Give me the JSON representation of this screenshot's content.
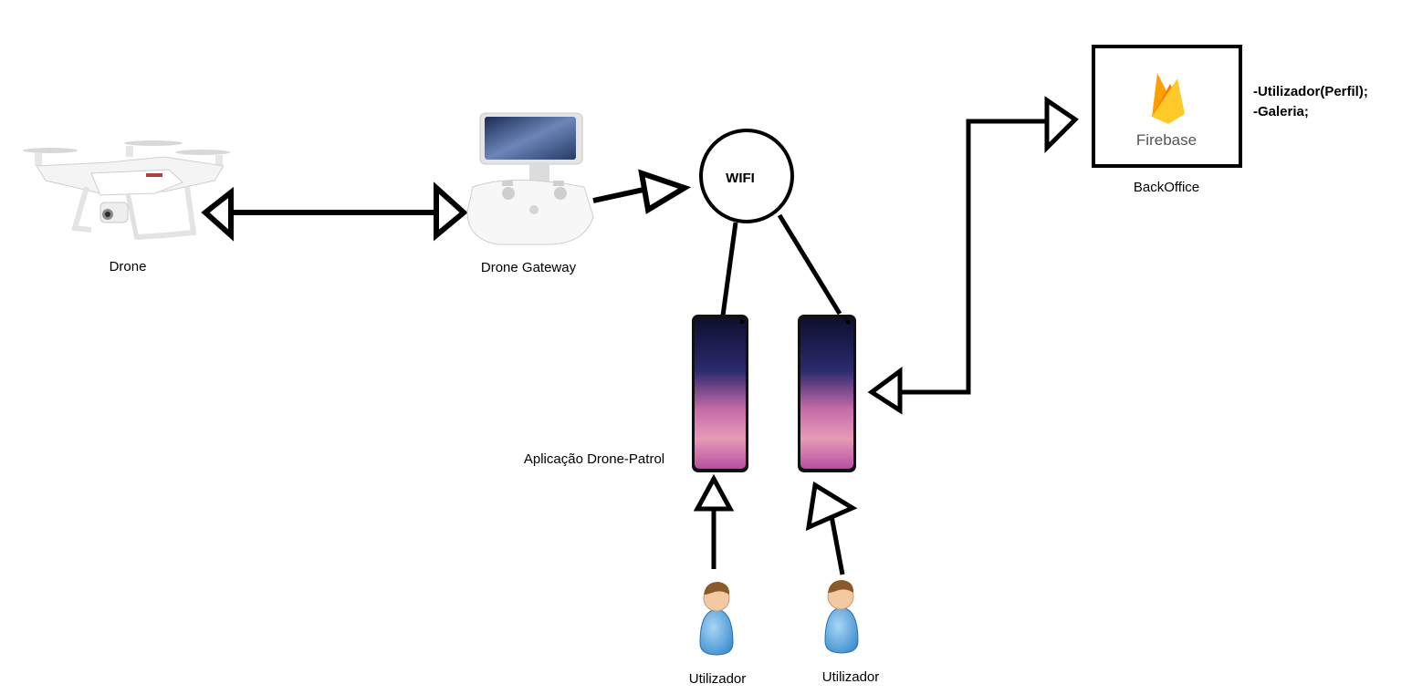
{
  "labels": {
    "drone": "Drone",
    "gateway": "Drone Gateway",
    "wifi": "WIFI",
    "backoffice": "BackOffice",
    "firebase": "Firebase",
    "app": "Aplicação Drone-Patrol",
    "user1": "Utilizador",
    "user2": "Utilizador"
  },
  "backoffice_notes": [
    "-Utilizador(Perfil);",
    "-Galeria;"
  ],
  "colors": {
    "line": "#000000",
    "firebase_yellow": "#FFCA28",
    "firebase_orange": "#F57C00",
    "person_body": "#5aa8e0",
    "person_skin": "#f2c9a0",
    "person_hair": "#8a5a2b"
  }
}
